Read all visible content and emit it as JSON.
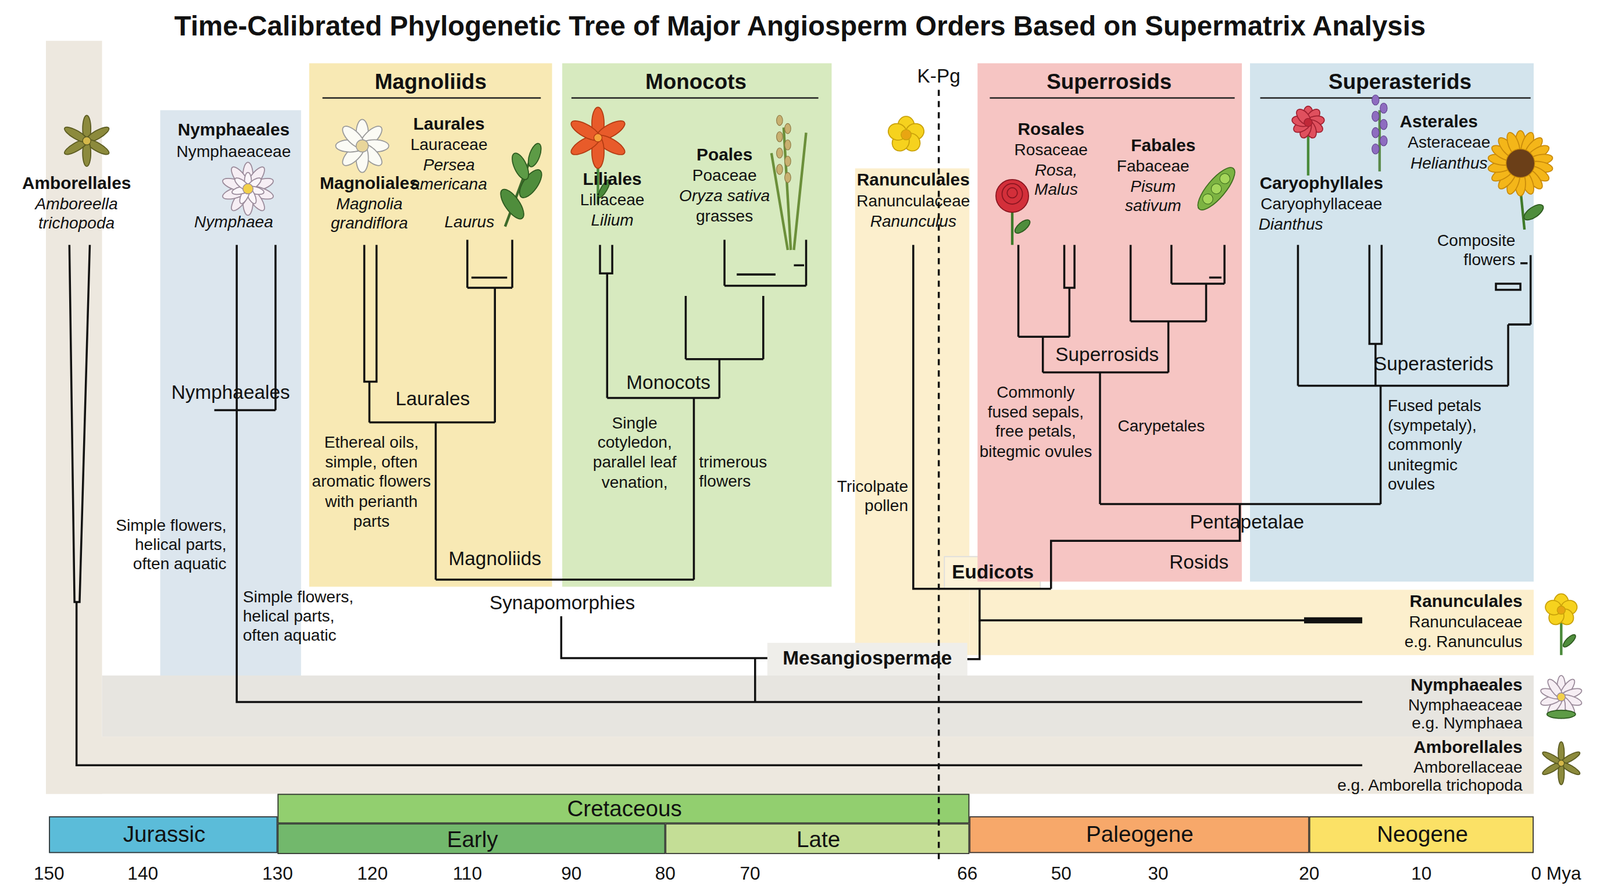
{
  "diagram": {
    "title": "Time-Calibrated Phylogenetic Tree of Major Angiosperm Orders Based on Supermatrix Analysis",
    "nodes": [
      {
        "text": [
          "Nymphaeales",
          "Nymphaeaceae",
          "Nymphaea",
          "Nymphaeales",
          "Simple flowers, helical parts, often aquatic"
        ]
      },
      {
        "text": [
          "Magnoliids",
          "Magnoliales",
          "Magnolia grandiflora",
          "Laurales",
          "Lauraceae",
          "Persea americana",
          "Laurus",
          "Laurales",
          "Ethereal oils, simple, often aromatic flowers with perianth parts",
          "Magnoliids"
        ]
      },
      {
        "text": [
          "Monocots",
          "Liliales",
          "Liliaceae",
          "Lilium",
          "Poales",
          "Poaceae",
          "Oryza sativa",
          "grasses",
          "Monocots",
          "Single cotyledon, parallel leaf venation,",
          "trimerous flowers"
        ]
      },
      {
        "text": [
          "Ranunculales",
          "Ranunculaceae",
          "Ranunculus",
          "Tricolpate pollen"
        ]
      },
      {
        "text": [
          "Eudicots"
        ]
      },
      {
        "text": [
          "Superrosids",
          "Rosales",
          "Rosaceae",
          "Rosa, Malus",
          "Fabales",
          "Fabaceae",
          "Pisum sativum",
          "Superrosids",
          "Commonly fused sepals, free petals, bitegmic ovules",
          "Carypetales",
          "Rosids"
        ]
      },
      {
        "text": [
          "Superasterids",
          "Caryophyllales",
          "Caryophyllaceae",
          "Dianthus",
          "Asterales",
          "Asteraceae",
          "Helianthus",
          "Composite flowers",
          "Superasterids",
          "Fused petals (sympetaly), commonly unitegmic ovules"
        ]
      },
      {
        "text": [
          "Ranunculales",
          "Ranunculaceae",
          "e.g. Ranunculus"
        ]
      },
      {
        "text": [
          "Mesangiospermae"
        ]
      },
      {
        "text": [
          "Nymphaeales",
          "Nymphaeaceae",
          "e.g. Nymphaea"
        ]
      },
      {
        "text": [
          "Amborellales",
          "Amborellaceae",
          "e.g. Amborella trichopoda"
        ]
      },
      {
        "text": [
          "Jurassic"
        ]
      },
      {
        "text": [
          "Cretaceous"
        ]
      },
      {
        "text": [
          "Early"
        ]
      },
      {
        "text": [
          "Late"
        ]
      },
      {
        "text": [
          "Paleogene"
        ]
      },
      {
        "text": [
          "Neogene"
        ]
      }
    ],
    "labels": [
      "K-Pg",
      "Amborellales",
      "Amboreella trichopoda",
      "Simple flowers, helical parts, often aquatic",
      "Synapomorphies",
      "Pentapetalae",
      "150",
      "140",
      "130",
      "120",
      "110",
      "90",
      "80",
      "70",
      "66",
      "50",
      "30",
      "20",
      "10",
      "0 Mya"
    ]
  }
}
